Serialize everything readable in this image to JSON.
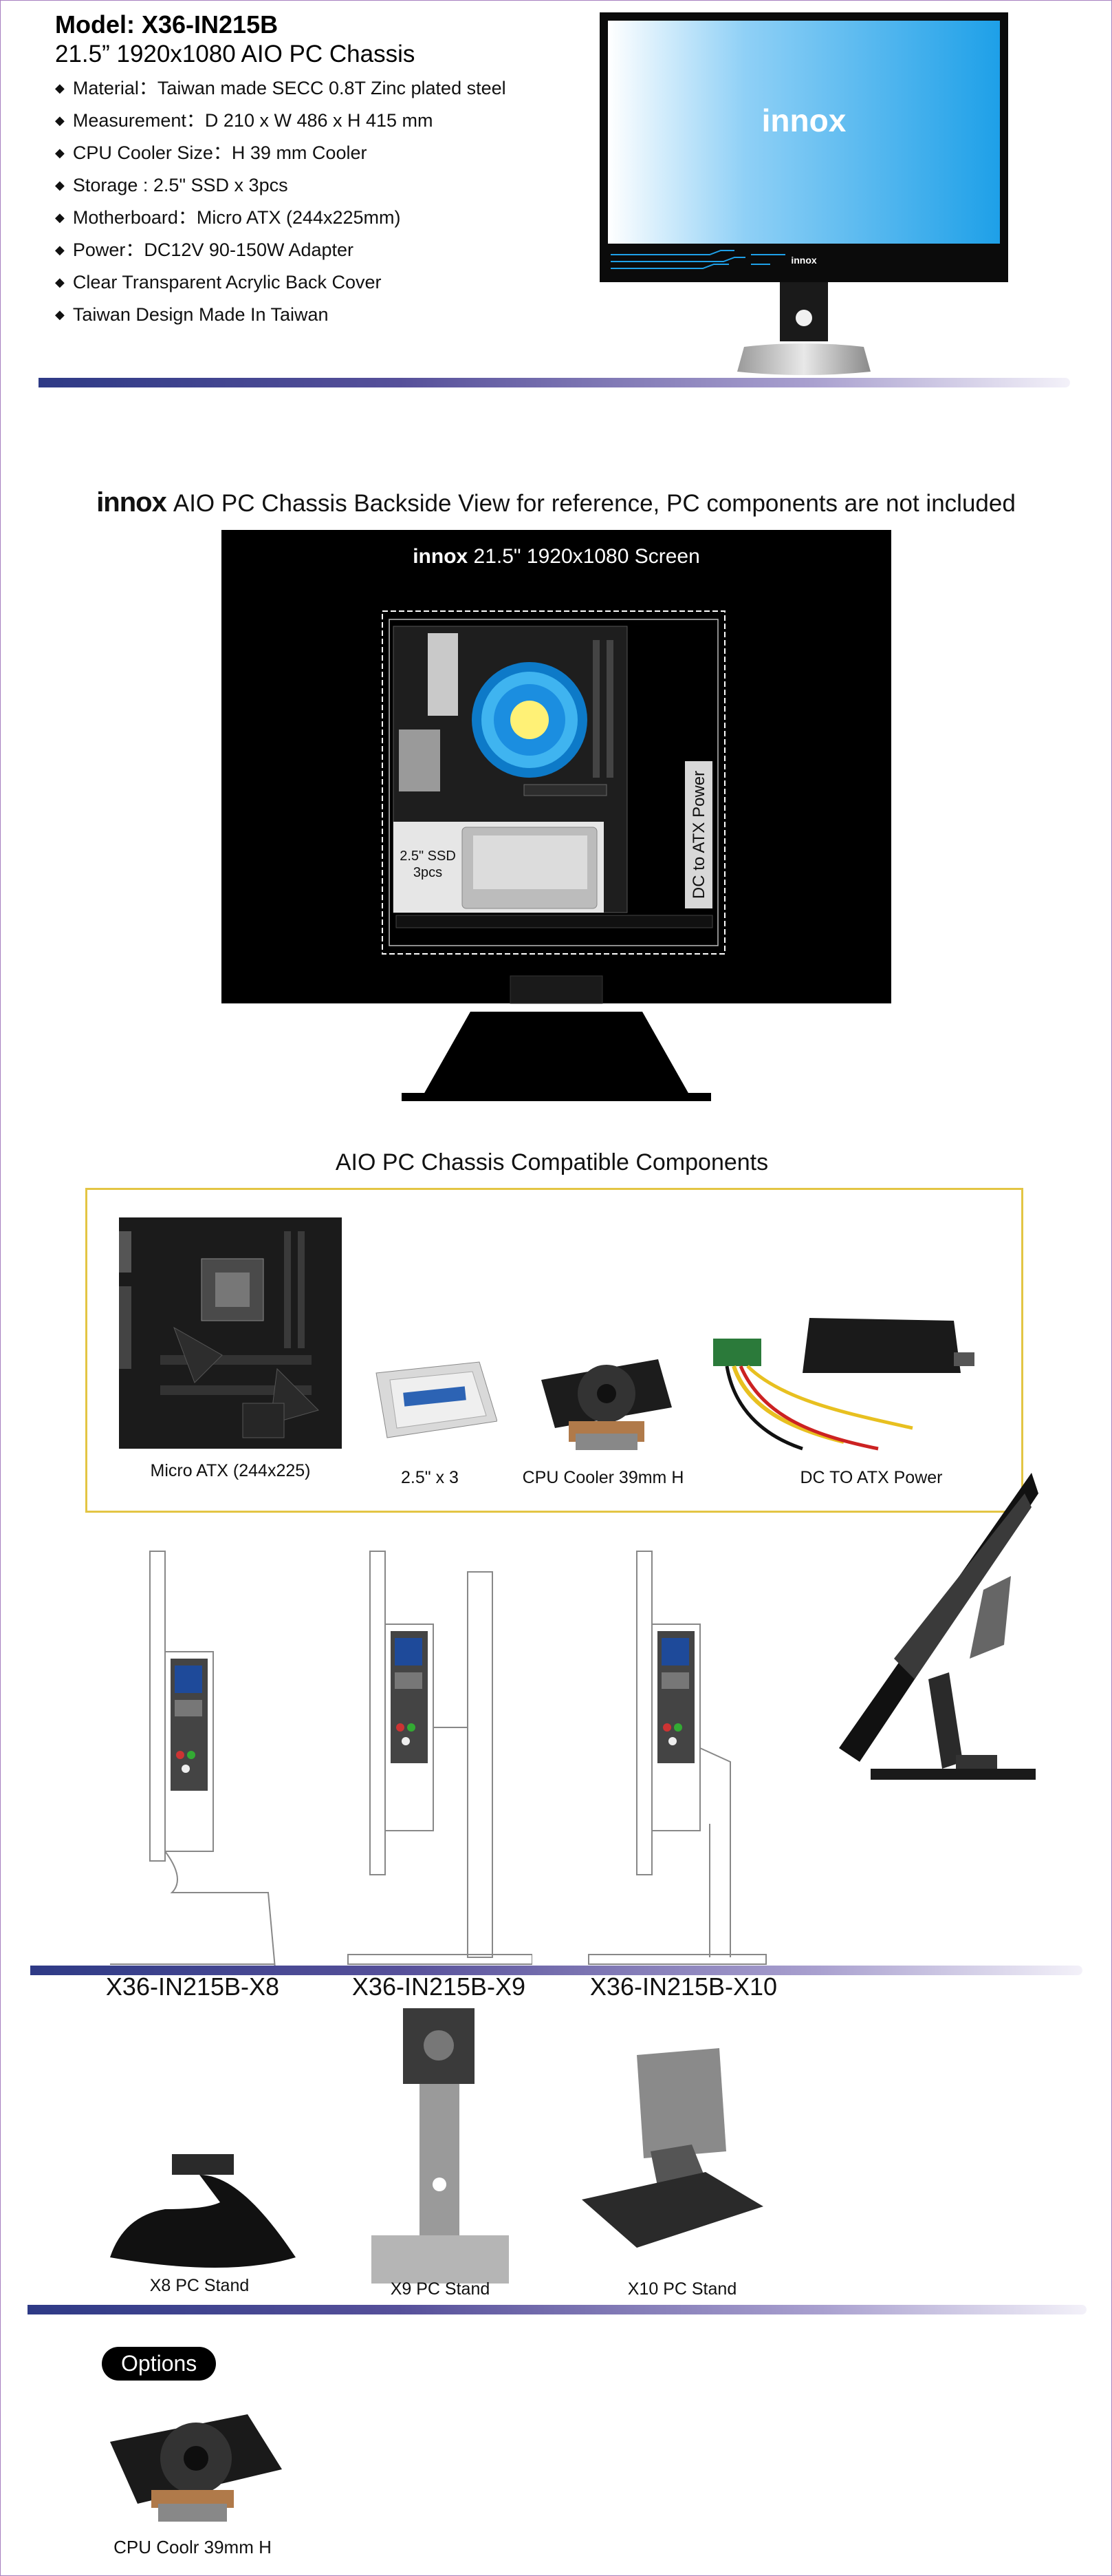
{
  "specs": {
    "model_line": "Model: X36-IN215B",
    "subtitle": "21.5” 1920x1080 AIO PC Chassis",
    "items": [
      "Material：Taiwan made SECC 0.8T Zinc plated steel",
      "Measurement：D 210 x W 486 x H 415 mm",
      "CPU Cooler Size：H 39 mm Cooler",
      "Storage : 2.5\" SSD x 3pcs",
      "Motherboard：Micro ATX (244x225mm)",
      "Power：DC12V 90-150W Adapter",
      "Clear Transparent Acrylic Back Cover",
      "Taiwan Design   Made In Taiwan"
    ]
  },
  "hero_monitor": {
    "brand": "innox",
    "bezel_brand": "innox"
  },
  "backside": {
    "brand": "innox",
    "heading": "AIO PC Chassis Backside View for reference, PC components are not included",
    "screen_brand": "innox",
    "screen_label": "21.5\" 1920x1080 Screen",
    "ssd_label_1": "2.5\" SSD",
    "ssd_label_2": "3pcs",
    "power_label": "DC to ATX Power"
  },
  "components": {
    "heading": "AIO PC Chassis Compatible Components",
    "items": [
      {
        "caption": "Micro ATX (244x225)"
      },
      {
        "caption": "2.5\" x 3"
      },
      {
        "caption": "CPU Cooler 39mm H"
      },
      {
        "caption": "DC TO ATX Power"
      }
    ]
  },
  "models": [
    "X36-IN215B-X8",
    "X36-IN215B-X9",
    "X36-IN215B-X10"
  ],
  "stands": [
    "X8 PC Stand",
    "X9 PC Stand",
    "X10 PC Stand"
  ],
  "options": {
    "label": "Options",
    "item_caption": "CPU Coolr 39mm H"
  },
  "colors": {
    "accent_blue": "#2e3a86",
    "screen_blue": "#1ea0e8",
    "component_frame": "#e3c544"
  }
}
